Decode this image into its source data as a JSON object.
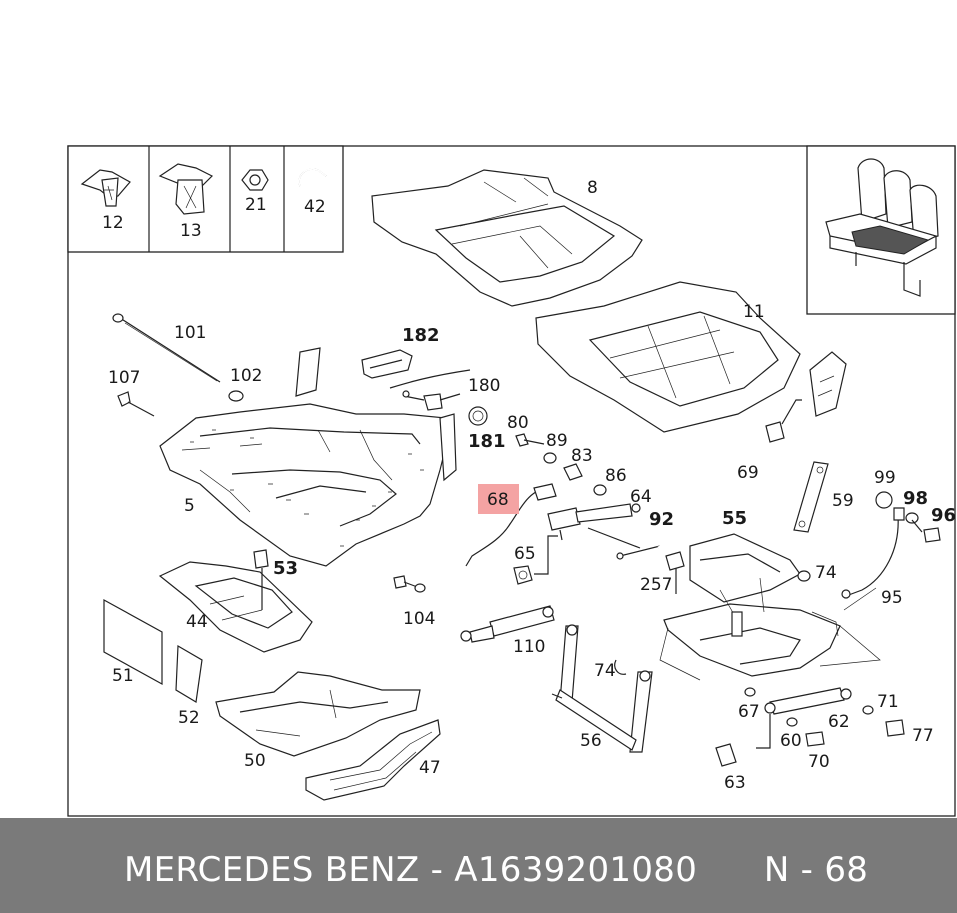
{
  "footer": {
    "brand": "MERCEDES BENZ",
    "separator": " - ",
    "part_number": "A1639201080",
    "ref": "N - 68"
  },
  "highlight": {
    "label": "68",
    "color": "#f4a3a3"
  },
  "inset_parts": [
    "12",
    "13",
    "21",
    "42"
  ],
  "labels": {
    "p8": "8",
    "p11": "11",
    "p101": "101",
    "p102": "102",
    "p107": "107",
    "p182": "182",
    "p180": "180",
    "p181": "181",
    "p80": "80",
    "p89": "89",
    "p83": "83",
    "p86": "86",
    "p64": "64",
    "p92": "92",
    "p69": "69",
    "p59": "59",
    "p99": "99",
    "p98": "98",
    "p96": "96",
    "p55": "55",
    "p5": "5",
    "p53": "53",
    "p65": "65",
    "p257": "257",
    "p74a": "74",
    "p95": "95",
    "p44": "44",
    "p104": "104",
    "p51": "51",
    "p110": "110",
    "p52": "52",
    "p74b": "74",
    "p71": "71",
    "p67": "67",
    "p62": "62",
    "p77": "77",
    "p56": "56",
    "p60": "60",
    "p50": "50",
    "p70": "70",
    "p47": "47",
    "p63": "63"
  }
}
